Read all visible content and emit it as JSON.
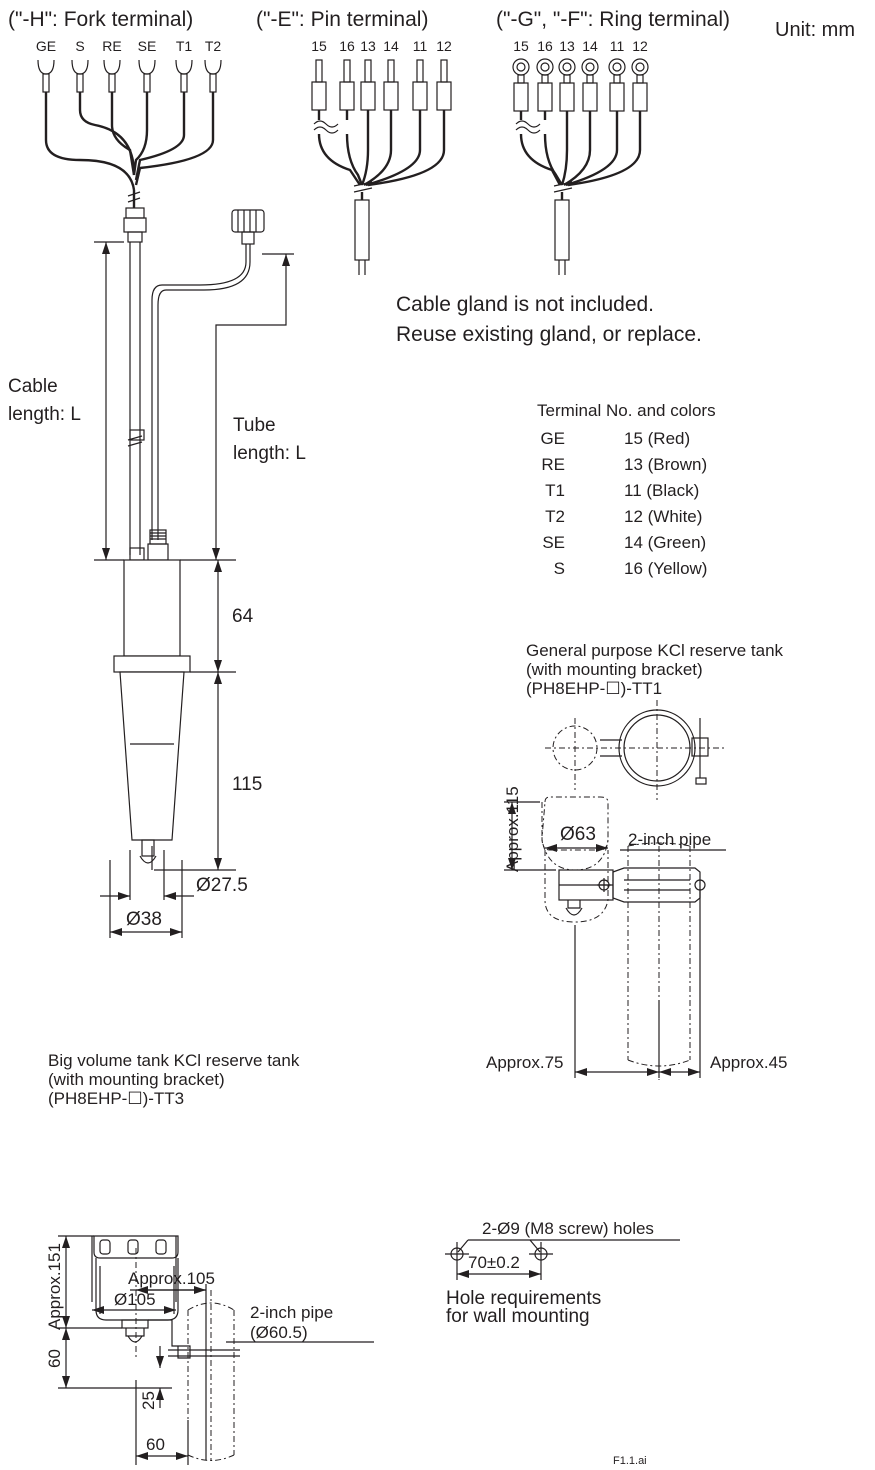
{
  "header": {
    "fork_title": "(\"-H\": Fork terminal)",
    "pin_title": "(\"-E\": Pin terminal)",
    "ring_title": "(\"-G\", \"-F\": Ring terminal)",
    "unit": "Unit: mm"
  },
  "fork_labels": [
    "GE",
    "S",
    "RE",
    "SE",
    "T1",
    "T2"
  ],
  "pin_labels": [
    "15",
    "16",
    "13",
    "14",
    "11",
    "12"
  ],
  "ring_labels": [
    "15",
    "16",
    "13",
    "14",
    "11",
    "12"
  ],
  "gland_note": {
    "line1": "Cable gland is not included.",
    "line2": "Reuse existing gland, or replace."
  },
  "sensor": {
    "cable_label_1": "Cable",
    "cable_label_2": "length: L",
    "tube_label_1": "Tube",
    "tube_label_2": "length: L",
    "dim_64": "64",
    "dim_115": "115",
    "dim_d275": "Ø27.5",
    "dim_d38": "Ø38"
  },
  "terminal_table": {
    "title": "Terminal No. and colors",
    "rows": [
      {
        "code": "GE",
        "value": "15 (Red)"
      },
      {
        "code": "RE",
        "value": "13 (Brown)"
      },
      {
        "code": "T1",
        "value": "11 (Black)"
      },
      {
        "code": "T2",
        "value": "12 (White)"
      },
      {
        "code": "SE",
        "value": "14 (Green)"
      },
      {
        "code": "S",
        "value": "16 (Yellow)"
      }
    ]
  },
  "tt1": {
    "title_1": "General purpose KCl reserve tank",
    "title_2": "(with mounting bracket)",
    "title_3": "(PH8EHP-☐)-TT1",
    "pipe": "2-inch pipe",
    "approx115": "Approx.115",
    "d63": "Ø63",
    "approx75": "Approx.75",
    "approx45": "Approx.45"
  },
  "tt3": {
    "title_1": "Big volume tank KCl reserve tank",
    "title_2": "(with mounting bracket)",
    "title_3": "(PH8EHP-☐)-TT3",
    "approx105": "Approx.105",
    "d105": "Ø105",
    "approx151": "Approx.151",
    "pipe_1": "2-inch pipe",
    "pipe_2": "(Ø60.5)",
    "d60": "60",
    "d25": "25",
    "d60b": "60"
  },
  "wall": {
    "holes": "2-Ø9 (M8 screw) holes",
    "spacing": "70±0.2",
    "req_1": "Hole requirements",
    "req_2": "for wall mounting"
  },
  "file_tag": "F1.1.ai"
}
